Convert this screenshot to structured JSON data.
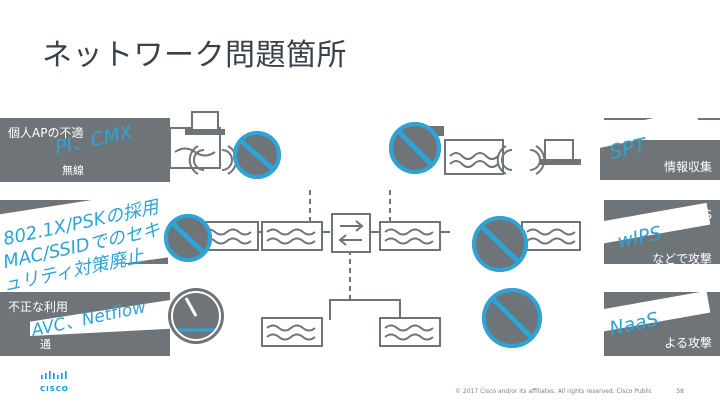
{
  "slide": {
    "title": "ネットワーク問題箇所",
    "bands": [
      {
        "left_text": "個人APの不適\nPI、CMX\n不正な\n無線",
        "overlay": "PI、CMX",
        "right_text": "SPT\n情報収集",
        "right_overlay": "SPT",
        "right_sub": "情報収集"
      },
      {
        "left_text": "802.1X/PSKの採用\nMAC/SSIDでのセキ\nュリティ対策廃止",
        "overlay_lines": [
          "802.1X/PSKの採用",
          "MAC/SSIDでのセキ",
          "ュリティ対策廃止"
        ],
        "right_text": "wIPS\nDDoS\nなどで攻撃",
        "right_overlay": "wIPS",
        "right_sub": "などで攻撃",
        "right_sub_top": "DDoS"
      },
      {
        "left_text": "不正な利用\nAVC、Netflow\n通",
        "overlay": "AVC、Netflow",
        "right_text": "NaaS\nによる攻撃",
        "right_overlay": "NaaS",
        "right_sub": "よる攻撃"
      }
    ],
    "left_fragments": [
      "個人APの不適",
      "無線",
      "不正な利用",
      "通"
    ],
    "footer": "© 2017  Cisco and/or its affiliates. All rights reserved.   Cisco Public",
    "page_number": "58",
    "logo_text": "CISCO"
  },
  "colors": {
    "accent": "#2ea3d6",
    "band": "#6f7479",
    "title": "#39424a",
    "cisco_blue": "#049fd9"
  }
}
